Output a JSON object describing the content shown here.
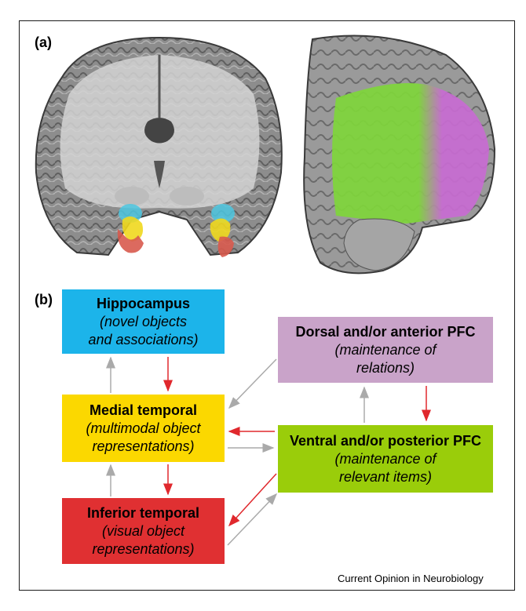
{
  "panel_a_label": "(a)",
  "panel_b_label": "(b)",
  "credit": "Current Opinion in Neurobiology",
  "boxes": {
    "hippocampus": {
      "title": "Hippocampus",
      "line1": "(novel objects",
      "line2": "and associations)",
      "color": "#1cb4ea"
    },
    "medial": {
      "title": "Medial temporal",
      "line1": "(multimodal object",
      "line2": "representations)",
      "color": "#fbd800"
    },
    "inferior": {
      "title": "Inferior temporal",
      "line1": "(visual object",
      "line2": "representations)",
      "color": "#e03032"
    },
    "dorsal": {
      "title": "Dorsal and/or anterior PFC",
      "line1": "(maintenance of",
      "line2": "relations)",
      "color": "#c9a3c9"
    },
    "ventral": {
      "title": "Ventral and/or posterior PFC",
      "line1": "(maintenance of",
      "line2": "relevant items)",
      "color": "#9acd0a"
    }
  },
  "arrow_colors": {
    "feedback": "#e0282d",
    "feedforward": "#aaaaaa"
  },
  "brain_colors": {
    "hippocampus": "#4cc7e0",
    "medial": "#f0d81e",
    "inferior": "#d85a4e",
    "ventral_pfc": "#7fd63a",
    "dorsal_pfc": "#c86bd2"
  }
}
